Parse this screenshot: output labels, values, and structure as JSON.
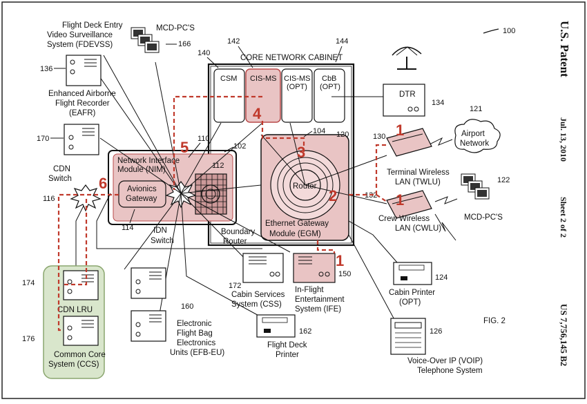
{
  "figure_number": "100",
  "side": {
    "patent": "U.S. Patent",
    "date": "Jul. 13, 2010",
    "sheet": "Sheet 2 of 2",
    "number": "US 7,756,145 B2"
  },
  "fig_label": "FIG. 2",
  "cabinet_title": "CORE NETWORK CABINET",
  "cabinet_modules": {
    "csm": "CSM",
    "cis_ms": "CIS-MS",
    "cis_ms_opt_1": "CIS-MS",
    "cis_ms_opt_2": "(OPT)",
    "cbb_1": "CbB",
    "cbb_2": "(OPT)"
  },
  "router": "Router",
  "egm": [
    "Ethernet Gateway",
    "Module (EGM)"
  ],
  "nim": [
    "Network Interface",
    "Module (NIM)"
  ],
  "avionics": [
    "Avionics",
    "Gateway"
  ],
  "boundary_router": [
    "Boundary",
    "Router"
  ],
  "idn_switch": [
    "IDN",
    "Switch"
  ],
  "cdn_switch": [
    "CDN",
    "Switch"
  ],
  "fdevss": [
    "Flight Deck Entry",
    "Video Surveillance",
    "System (FDEVSS)"
  ],
  "eafr": [
    "Enhanced Airborne",
    "Flight Recorder",
    "(EAFR)"
  ],
  "mcd_top": "MCD-PC'S",
  "mcd_right": "MCD-PC'S",
  "dtr": "DTR",
  "airport_network": [
    "Airport",
    "Network"
  ],
  "twlu": [
    "Terminal Wireless",
    "LAN (TWLU)"
  ],
  "cwlu": [
    "Crew Wireless",
    "LAN (CWLU)"
  ],
  "css": [
    "Cabin Services",
    "System (CSS)"
  ],
  "ife": [
    "In-Flight",
    "Entertainment",
    "System (IFE)"
  ],
  "cabin_printer": [
    "Cabin Printer",
    "(OPT)"
  ],
  "efb": [
    "Electronic",
    "Flight Bag",
    "Electronics",
    "Units (EFB-EU)"
  ],
  "flight_deck_printer": [
    "Flight Deck",
    "Printer"
  ],
  "voip": [
    "Voice-Over IP (VOIP)",
    "Telephone System"
  ],
  "cdn_lru": "CDN LRU",
  "ccs": [
    "Common Core",
    "System (CCS)"
  ],
  "refs": {
    "r100": "100",
    "r102": "102",
    "r104": "104",
    "r110": "110",
    "r112": "112",
    "r114": "114",
    "r116": "116",
    "r120": "120",
    "r121": "121",
    "r122": "122",
    "r124": "124",
    "r126": "126",
    "r130": "130",
    "r132": "132",
    "r134": "134",
    "r136": "136",
    "r140": "140",
    "r142": "142",
    "r144": "144",
    "r150": "150",
    "r160": "160",
    "r162": "162",
    "r166": "166",
    "r170": "170",
    "r172": "172",
    "r174": "174",
    "r176": "176"
  },
  "callouts": {
    "c1_twlu": "1",
    "c1_cwlu": "1",
    "c1_ife": "1",
    "c2": "2",
    "c3": "3",
    "c4": "4",
    "c5": "5",
    "c6": "6"
  },
  "colors": {
    "highlight_fill": "#e9c4c4",
    "highlight_stroke": "#b94a4a",
    "callout_red": "#c0392b",
    "ccs_fill": "#d9e6cc",
    "ccs_stroke": "#8aa66e"
  }
}
